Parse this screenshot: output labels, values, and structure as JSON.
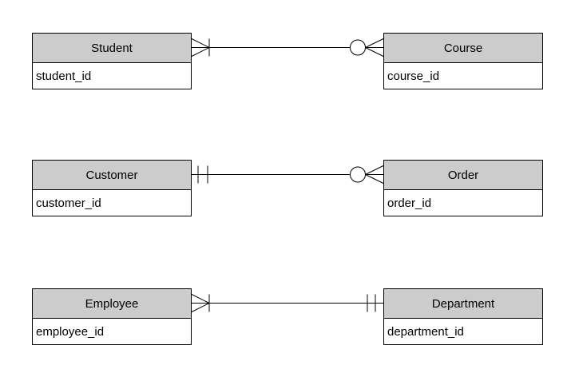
{
  "diagram": {
    "notation": "crow's foot",
    "entities": [
      {
        "name": "Student",
        "attribute": "student_id"
      },
      {
        "name": "Course",
        "attribute": "course_id"
      },
      {
        "name": "Customer",
        "attribute": "customer_id"
      },
      {
        "name": "Order",
        "attribute": "order_id"
      },
      {
        "name": "Employee",
        "attribute": "employee_id"
      },
      {
        "name": "Department",
        "attribute": "department_id"
      }
    ],
    "relationships": [
      {
        "from": "Student",
        "to": "Course",
        "from_cardinality": "one or many",
        "to_cardinality": "zero or many"
      },
      {
        "from": "Customer",
        "to": "Order",
        "from_cardinality": "exactly one",
        "to_cardinality": "zero or many"
      },
      {
        "from": "Employee",
        "to": "Department",
        "from_cardinality": "one or many",
        "to_cardinality": "exactly one"
      }
    ],
    "colors": {
      "header_fill": "#cccccc",
      "border": "#000000",
      "line": "#000000",
      "background": "#ffffff",
      "text": "#000000"
    }
  }
}
